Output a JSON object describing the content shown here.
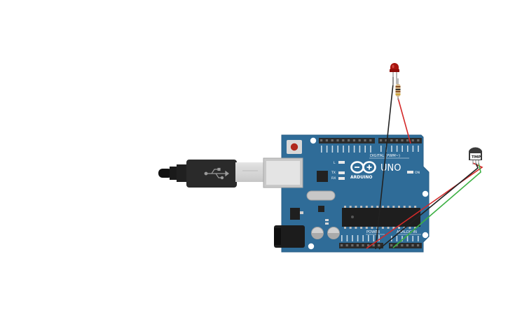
{
  "board": {
    "model": "UNO",
    "brand": "ARDUINO",
    "digital_label": "DIGITAL (PWM~)",
    "power_label": "POWER",
    "analog_label": "ANALOG IN",
    "on_label": "ON",
    "l_label": "L",
    "tx_label": "TX",
    "rx_label": "RX",
    "colors": {
      "pcb": "#2f6c98",
      "pcb_dark": "#23567c",
      "header": "#2b2b2b"
    }
  },
  "sensor": {
    "label": "TMP",
    "color": "#3a3a3a"
  },
  "wires": {
    "ground": "#222222",
    "signal": "#d42a2a",
    "analog": "#3cb043"
  },
  "components": [
    "usb-cable",
    "arduino-uno",
    "led",
    "resistor",
    "temperature-sensor"
  ]
}
